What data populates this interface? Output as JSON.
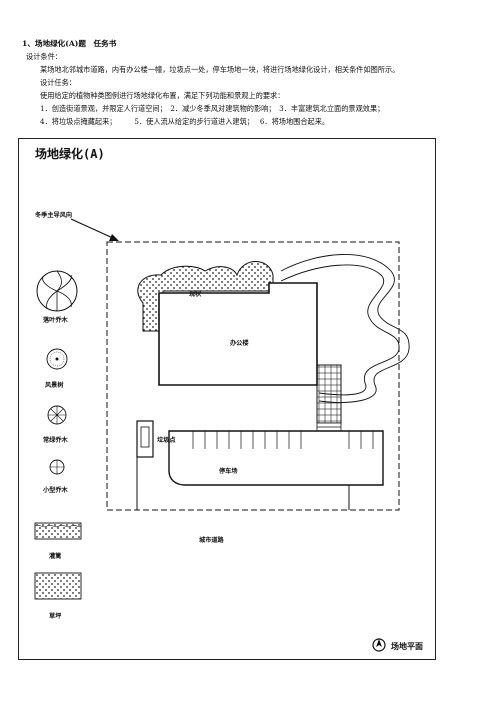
{
  "doc": {
    "heading": "1、场地绿化(A)题　任务书",
    "conditions_title": "设计条件：",
    "conditions_body": "某场地北邻城市道路，内有办公楼一幢，垃圾点一处，停车场地一块，将进行场地绿化设计，相关条件如图所示。",
    "task_title": "设计任务：",
    "task_intro": "使用给定的植物种类图例进行场地绿化布置，满足下列功能和景观上的要求：",
    "req_line1": "1．创造街道景观，并限定人行道空间；　2．减少冬季风对建筑物的影响；　3．丰富建筑北立面的景观效果；",
    "req_line2": "4．将垃圾点掩藏起来；　　　5．使人流从给定的步行道进入建筑；　 6．将场地围合起来。"
  },
  "drawing": {
    "title": "场地绿化(A)",
    "wind_label": "冬季主导风向",
    "legend": [
      {
        "label": "落叶乔木",
        "icon": "deciduous-tree-icon"
      },
      {
        "label": "风景树",
        "icon": "landscape-tree-icon"
      },
      {
        "label": "常绿乔木",
        "icon": "evergreen-tree-icon"
      },
      {
        "label": "小型乔木",
        "icon": "small-tree-icon"
      },
      {
        "label": "灌篱",
        "icon": "hedge-icon"
      },
      {
        "label": "草坪",
        "icon": "lawn-icon"
      }
    ],
    "existing_label": "现状",
    "building_label": "办公楼",
    "trash_label": "垃圾点",
    "parking_label": "停车场",
    "road_label": "城市道路",
    "plan_label": "场地平面"
  }
}
